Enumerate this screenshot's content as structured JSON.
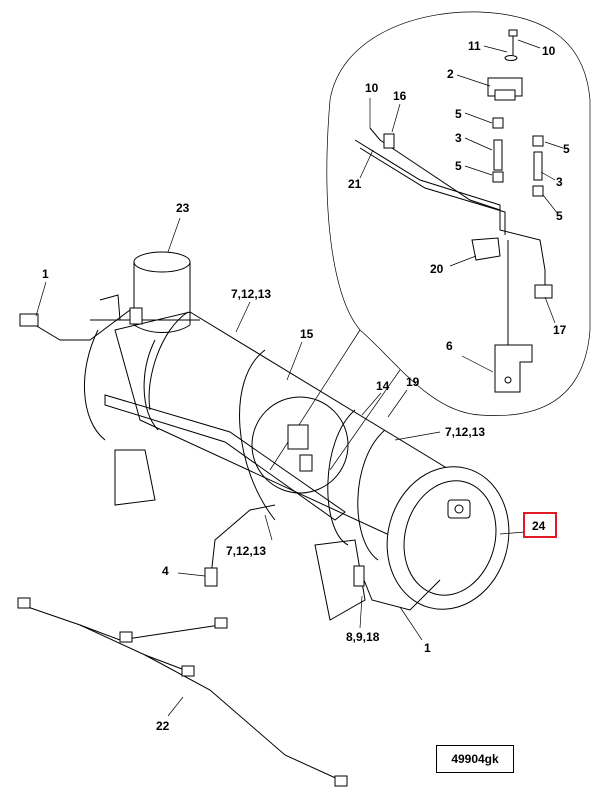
{
  "callouts": {
    "c1_left": "1",
    "c1_right": "1",
    "c2": "2",
    "c3_a": "3",
    "c3_b": "3",
    "c4": "4",
    "c5_a": "5",
    "c5_b": "5",
    "c5_c": "5",
    "c5_d": "5",
    "c6": "6",
    "c7_top": "7,12,13",
    "c7_mid": "7,12,13",
    "c7_bottom": "7,12,13",
    "c8": "8,9,18",
    "c10_a": "10",
    "c10_b": "10",
    "c11": "11",
    "c14": "14",
    "c15": "15",
    "c16": "16",
    "c17": "17",
    "c19": "19",
    "c20": "20",
    "c21": "21",
    "c22": "22",
    "c23": "23",
    "c24": "24"
  },
  "reference_code": "49904gk",
  "highlight_color": "#e01b24"
}
